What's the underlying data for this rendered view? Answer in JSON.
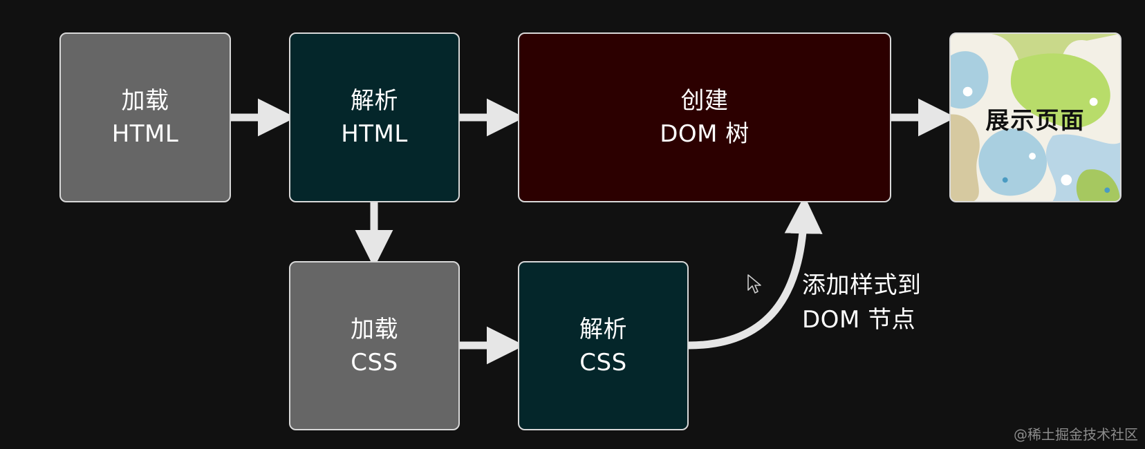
{
  "boxes": {
    "load_html": {
      "line1": "加载",
      "line2": "HTML"
    },
    "parse_html": {
      "line1": "解析",
      "line2": "HTML"
    },
    "create_dom": {
      "line1": "创建",
      "line2": "DOM 树"
    },
    "display_page": {
      "label": "展示页面"
    },
    "load_css": {
      "line1": "加载",
      "line2": "CSS"
    },
    "parse_css": {
      "line1": "解析",
      "line2": "CSS"
    }
  },
  "annotation": {
    "line1": "添加样式到",
    "line2": "DOM 节点"
  },
  "watermark": "@稀土掘金技术社区",
  "colors": {
    "background": "#111111",
    "gray_box": "#666666",
    "teal_box": "#04262a",
    "maroon_box": "#2c0000",
    "arrow": "#e6e6e6",
    "border": "#d9d9d9"
  }
}
